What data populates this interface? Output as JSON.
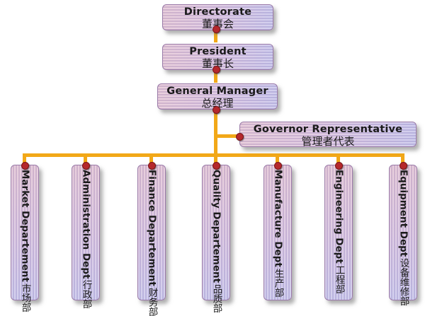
{
  "top": [
    {
      "en": "Directorate",
      "zh": "董事会"
    },
    {
      "en": "President",
      "zh": "董事长"
    },
    {
      "en": "General Manager",
      "zh": "总经理"
    }
  ],
  "governor": {
    "en": "Governor Representative",
    "zh": "管理者代表"
  },
  "departments": [
    {
      "en": "Market Departement",
      "zh": "市场部"
    },
    {
      "en": "Administration Dept",
      "zh": "行政部"
    },
    {
      "en": "Finance Departement",
      "zh": "财务部"
    },
    {
      "en": "Quality Departement",
      "zh": "品质部"
    },
    {
      "en": "Manufacture Dept",
      "zh": "生产部"
    },
    {
      "en": "Engineering Dept",
      "zh": "工程部"
    },
    {
      "en": "Equipment Dept",
      "zh": "设备维修部"
    }
  ],
  "colors": {
    "connector": "#f2a818",
    "dot": "#b5282c"
  }
}
